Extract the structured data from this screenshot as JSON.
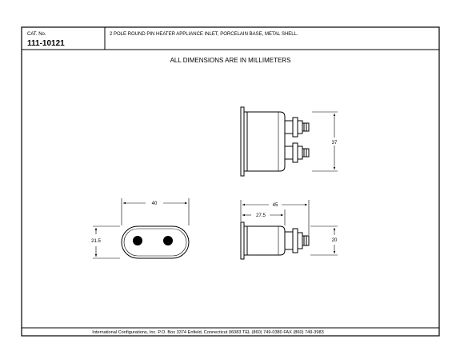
{
  "title_block": {
    "cat_no_label": "CAT. No.",
    "cat_no_value": "111-10121",
    "description": "2 POLE ROUND PIN HEATER APPLIANCE INLET, PORCELAIN BASE, METAL SHELL."
  },
  "note": "ALL DIMENSIONS ARE IN MILLIMETERS",
  "dimensions": {
    "top_height": "37",
    "front_width": "40",
    "front_height": "21.5",
    "side_overall": "45",
    "side_partial": "27.5",
    "side_height": "20"
  },
  "footer": "International Configurations, Inc.  P.O. Box 3374  Enfield, Connecticut 06083 TEL (860) 749-0380  FAX (860) 749-3983"
}
